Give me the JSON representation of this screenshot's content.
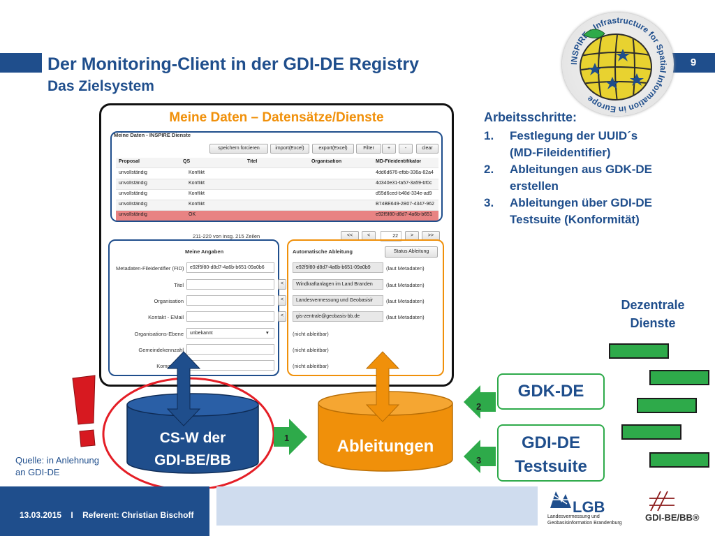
{
  "header": {
    "title": "Der Monitoring-Client in der GDI-DE Registry",
    "subtitle": "Das Zielsystem",
    "page_number": "9"
  },
  "inspire_logo": {
    "text": "INSPIRE · Infrastructure for Spatial Information in Europe"
  },
  "screenshot": {
    "title": "Meine Daten – Datensätze/Dienste",
    "window_label": "Meine Daten - INSPIRE Dienste",
    "toolbar": [
      "speichern forcieren",
      "import(Excel)",
      "export(Excel)",
      "Filter",
      "+",
      "-",
      "clear"
    ],
    "columns": [
      "Proposal",
      "QS",
      "Titel",
      "Organisation",
      "MD-Fileidentifikator"
    ],
    "rows": [
      {
        "proposal": "unvollständig",
        "qs": "Konflikt",
        "id": "4dd6d676-efbb-336a-82a4"
      },
      {
        "proposal": "unvollständig",
        "qs": "Konflikt",
        "id": "4d340e31-fa57-3a59-bf0c"
      },
      {
        "proposal": "unvollständig",
        "qs": "Konflikt",
        "id": "d55d6ced-b48d-334e-ad9"
      },
      {
        "proposal": "unvollständig",
        "qs": "Konflikt",
        "id": "B74BE649-2B07-4347-962"
      },
      {
        "proposal": "unvollständig",
        "qs": "OK",
        "id": "e92f5f80-d8d7-4a6b-b651"
      }
    ],
    "paging": {
      "info": "211-220 von insg. 215 Zeilen",
      "first": "<<",
      "prev": "<",
      "page": "22",
      "next": ">",
      "last": ">>"
    },
    "meine_angaben": {
      "title": "Meine Angaben",
      "fields": [
        {
          "label": "Metadaten-Fileidentifier (FID)",
          "value": "e92f5f80-d8d7-4a6b-b651-09a0b6"
        },
        {
          "label": "Titel",
          "value": ""
        },
        {
          "label": "Organisation",
          "value": ""
        },
        {
          "label": "Kontakt - EMail",
          "value": ""
        },
        {
          "label": "Organisations-Ebene",
          "value": "unbekannt"
        },
        {
          "label": "Gemeindekennzahl",
          "value": ""
        },
        {
          "label": "Kommentar",
          "value": ""
        }
      ]
    },
    "auto_ableitung": {
      "title": "Automatische Ableitung",
      "status_button": "Status Ableitung",
      "fields": [
        {
          "value": "e92f5f80-d8d7-4a6b-b651-09a0b9",
          "source": "(laut Metadaten)"
        },
        {
          "value": "Windkraftanlagen im Land Branden",
          "source": "(laut Metadaten)"
        },
        {
          "value": "Landesvermessung und Geobasisir",
          "source": "(laut Metadaten)"
        },
        {
          "value": "gis-zentrale@geobasis-bb.de",
          "source": "(laut Metadaten)"
        },
        {
          "value": "",
          "source": "(nicht ableitbar)"
        },
        {
          "value": "",
          "source": "(nicht ableitbar)"
        },
        {
          "value": "",
          "source": "(nicht ableitbar)"
        }
      ]
    }
  },
  "arbeitsschritte": {
    "title": "Arbeitsschritte:",
    "items": [
      {
        "num": "1.",
        "line1": "Festlegung der UUID´s",
        "line2": "(MD-Fileidentifier)"
      },
      {
        "num": "2.",
        "line1": "Ableitungen aus GDK-DE",
        "line2": "erstellen"
      },
      {
        "num": "3.",
        "line1": "Ableitungen über GDI-DE",
        "line2": "Testsuite (Konformität)"
      }
    ]
  },
  "dezentrale": {
    "line1": "Dezentrale",
    "line2": "Dienste"
  },
  "diagram": {
    "csw_line1": "CS-W der",
    "csw_line2": "GDI-BE/BB",
    "ableitungen": "Ableitungen",
    "gdkde": "GDK-DE",
    "gditest_line1": "GDI-DE",
    "gditest_line2": "Testsuite",
    "arrow1": "1",
    "arrow2": "2",
    "arrow3": "3",
    "exclamation": "!"
  },
  "quelle": {
    "line1": "Quelle: in Anlehnung",
    "line2": "an GDI-DE"
  },
  "footer": {
    "date": "13.03.2015",
    "separator": "I",
    "referent": "Referent: Christian Bischoff",
    "lgb_name": "LGB",
    "lgb_sub1": "Landesvermessung und",
    "lgb_sub2": "Geobasisinformation Brandenburg",
    "gdi_logo": "GDI-BE/BB®"
  },
  "colors": {
    "blue": "#1f4e8c",
    "orange": "#f0900a",
    "green": "#2eaa4a",
    "red": "#d71920"
  }
}
